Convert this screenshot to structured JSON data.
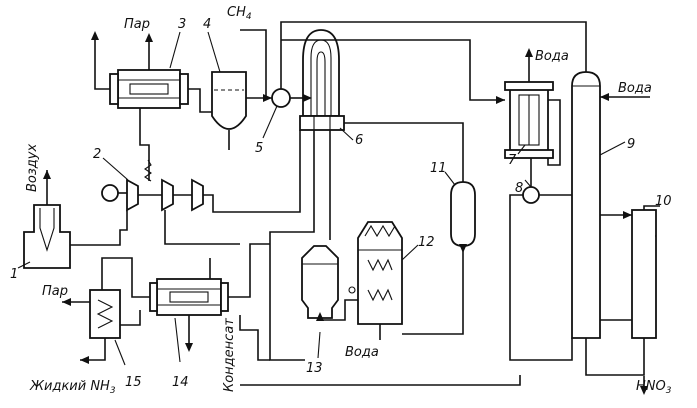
{
  "numbers": {
    "n1": "1",
    "n2": "2",
    "n3": "3",
    "n4": "4",
    "n5": "5",
    "n6": "6",
    "n7": "7",
    "n8": "8",
    "n9": "9",
    "n10": "10",
    "n11": "11",
    "n12": "12",
    "n13": "13",
    "n14": "14",
    "n15": "15"
  },
  "streams": {
    "steam_top": "Пар",
    "methane": "CH",
    "methane_sub": "4",
    "water_top": "Вода",
    "water_right": "Вода",
    "air": "Воздух",
    "steam_left": "Пар",
    "water_bottom": "Вода",
    "condensate": "Конденсат",
    "liquid_nh3": "Жидкий NH",
    "liquid_nh3_sub": "3",
    "product": "HNO",
    "product_sub": "3"
  }
}
